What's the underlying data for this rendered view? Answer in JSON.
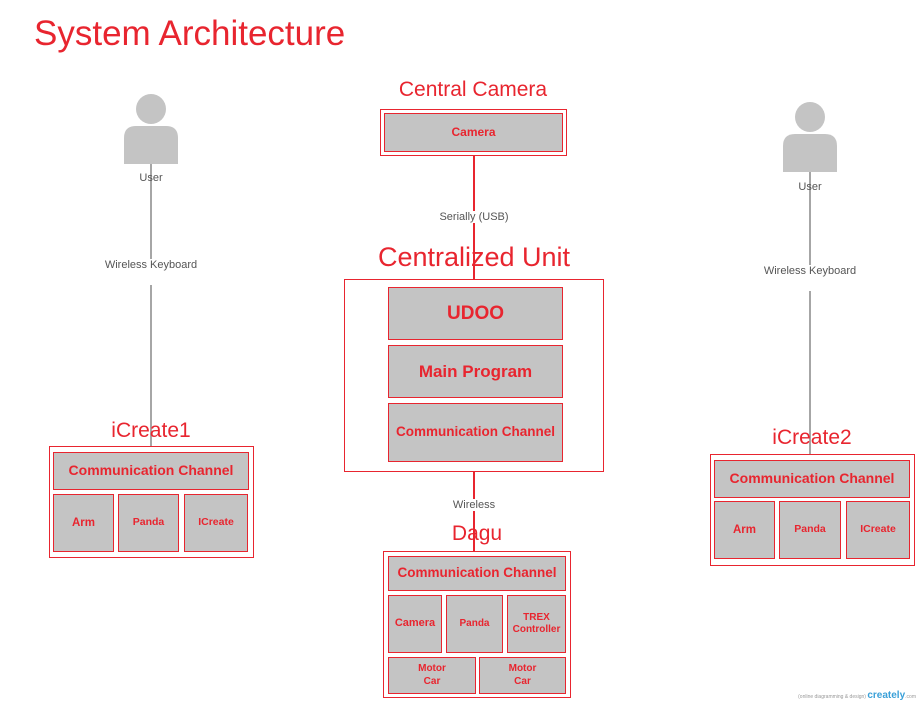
{
  "title": "System Architecture",
  "central_camera": {
    "label": "Central Camera",
    "box": "Camera"
  },
  "serial_link": {
    "label": "Serially (USB)"
  },
  "centralized_unit": {
    "label": "Centralized Unit",
    "boxes": [
      "UDOO",
      "Main Program",
      "Communication Channel"
    ]
  },
  "wireless_link": {
    "label": "Wireless"
  },
  "dagu": {
    "label": "Dagu",
    "comm": "Communication Channel",
    "row1": [
      "Camera",
      "Panda",
      "TREX\nController"
    ],
    "row2": [
      "Motor\nCar",
      "Motor\nCar"
    ]
  },
  "user_left": {
    "label": "User",
    "link_label": "Wireless Keyboard"
  },
  "user_right": {
    "label": "User",
    "link_label": "Wireless Keyboard"
  },
  "icreate1": {
    "label": "iCreate1",
    "comm": "Communication Channel",
    "parts": [
      "Arm",
      "Panda",
      "ICreate"
    ]
  },
  "icreate2": {
    "label": "iCreate2",
    "comm": "Communication Channel",
    "parts": [
      "Arm",
      "Panda",
      "ICreate"
    ]
  },
  "watermark": {
    "prefix": "(online diagramming & design)",
    "brand": "creately",
    "suffix": ".com"
  },
  "colors": {
    "accent": "#e8252f",
    "box_fill": "#c4c4c4",
    "connector_gray": "#a6a6a6"
  }
}
